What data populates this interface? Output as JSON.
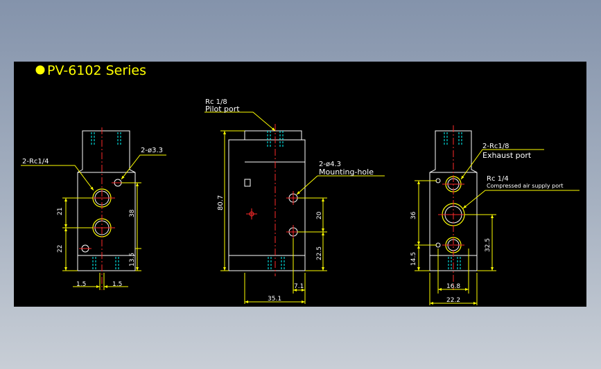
{
  "title": "PV-6102 Series",
  "colors": {
    "background": "#000000",
    "outline": "#ffffff",
    "dimension": "#ffff00",
    "centerline": "#ff2a2a",
    "hidden": "#00ffff",
    "text": "#ffffff"
  },
  "views": {
    "left": {
      "callouts": {
        "rc14": "2-Rc1/4",
        "phi33": "2-ø3.3"
      },
      "dims": {
        "d21": "21",
        "d22": "22",
        "d38": "38",
        "d13_5": "13.5",
        "d1_5_left": "1.5",
        "d1_5_right": "1.5"
      }
    },
    "center": {
      "callouts": {
        "pilot_size": "Rc 1/8",
        "pilot_name": "Pilot port",
        "mount_size": "2-ø4.3",
        "mount_name": "Mounting-hole"
      },
      "dims": {
        "d80_7": "80.7",
        "d20": "20",
        "d22_5": "22.5",
        "d7_1": "7.1",
        "d35_1": "35.1"
      }
    },
    "right": {
      "callouts": {
        "exhaust_size": "2-Rc1/8",
        "exhaust_name": "Exhaust port",
        "supply_size": "Rc 1/4",
        "supply_name": "Compressed air supply port"
      },
      "dims": {
        "d36": "36",
        "d14_5": "14.5",
        "d32_5": "32.5",
        "d16_8": "16.8",
        "d22_2": "22.2"
      }
    }
  }
}
